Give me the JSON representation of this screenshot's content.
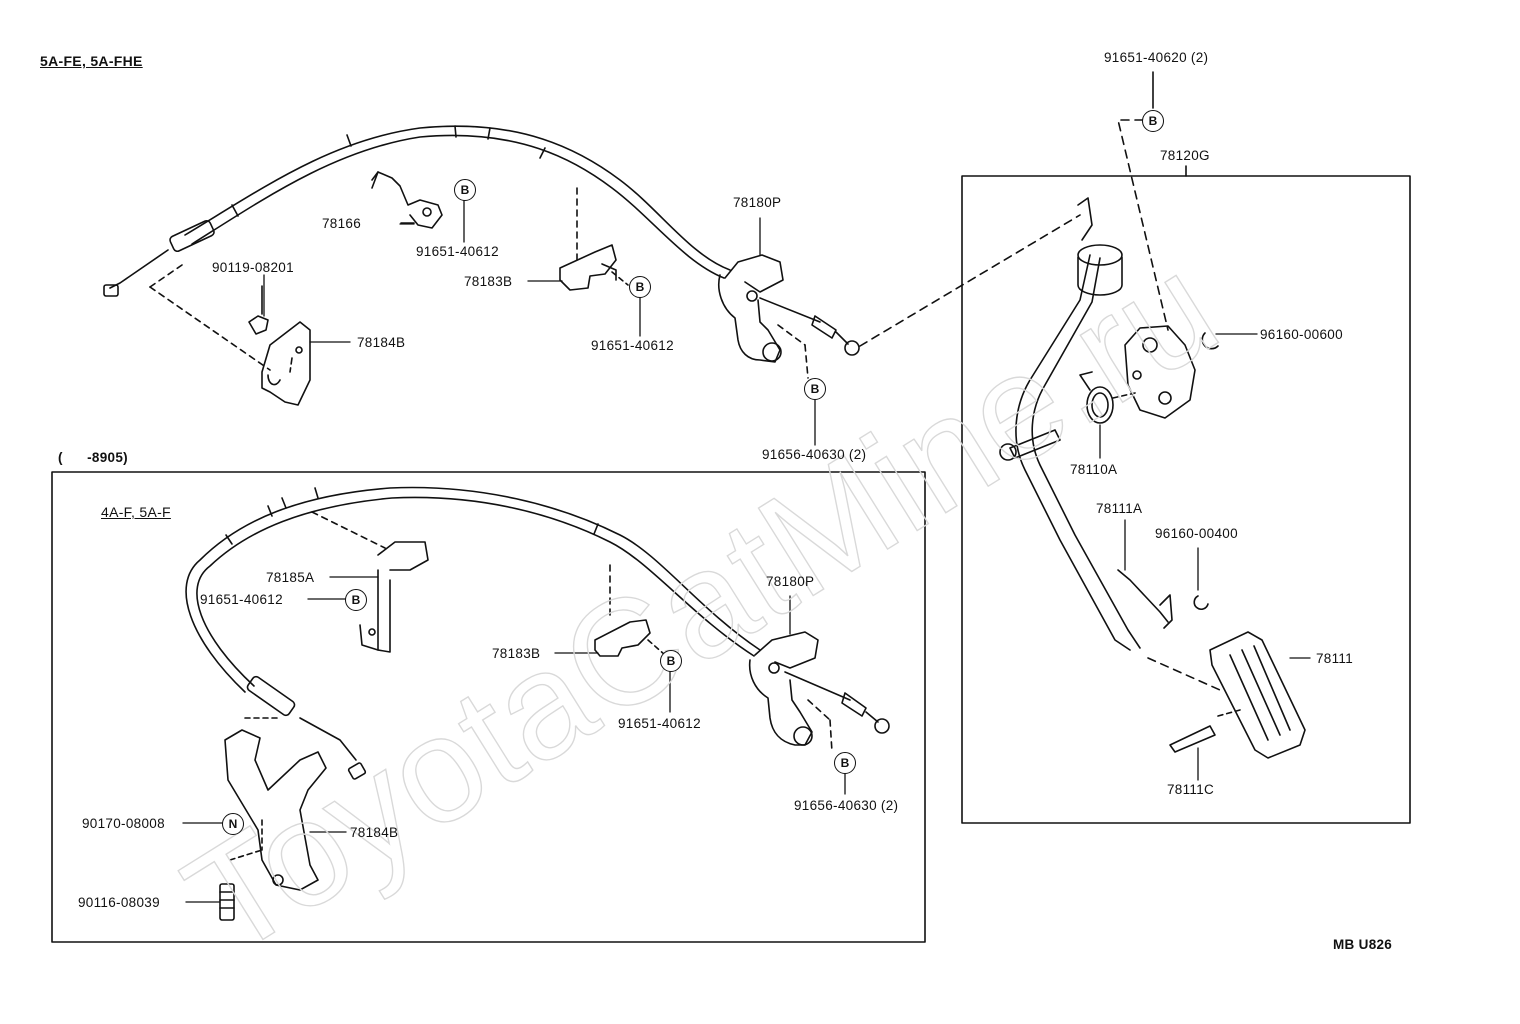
{
  "headers": {
    "top_left": "5A-FE, 5A-FHE",
    "inset_range": "(      -8905)",
    "inset_title": "4A-F, 5A-F"
  },
  "watermark": "ToyotaCatMine.ru",
  "diagram_code": "MB U826",
  "bolt_symbols": {
    "b": "B",
    "n": "N"
  },
  "labels": {
    "top_bolt": "91651-40620 (2)",
    "pedal_assy": "78120G",
    "cable_main": "78180P",
    "clamp_top": "78166",
    "bolt_a": "91651-40612",
    "bolt_b": "90119-08201",
    "clamp_mid": "78183B",
    "bolt_c": "91651-40612",
    "bracket_top": "78184B",
    "clip_right": "96160-00600",
    "bolt_d": "91656-40630 (2)",
    "spring": "78110A",
    "pedal_arm": "78111A",
    "clip_small": "96160-00400",
    "pedal_pad": "78111",
    "pin": "78111C",
    "inset_clamp": "78185A",
    "inset_bolt_a": "91651-40612",
    "inset_cable": "78180P",
    "inset_clamp_mid": "78183B",
    "inset_bolt_b": "91651-40612",
    "inset_nut": "90170-08008",
    "inset_bracket": "78184B",
    "inset_bolt_c": "91656-40630 (2)",
    "inset_plug": "90116-08039"
  }
}
